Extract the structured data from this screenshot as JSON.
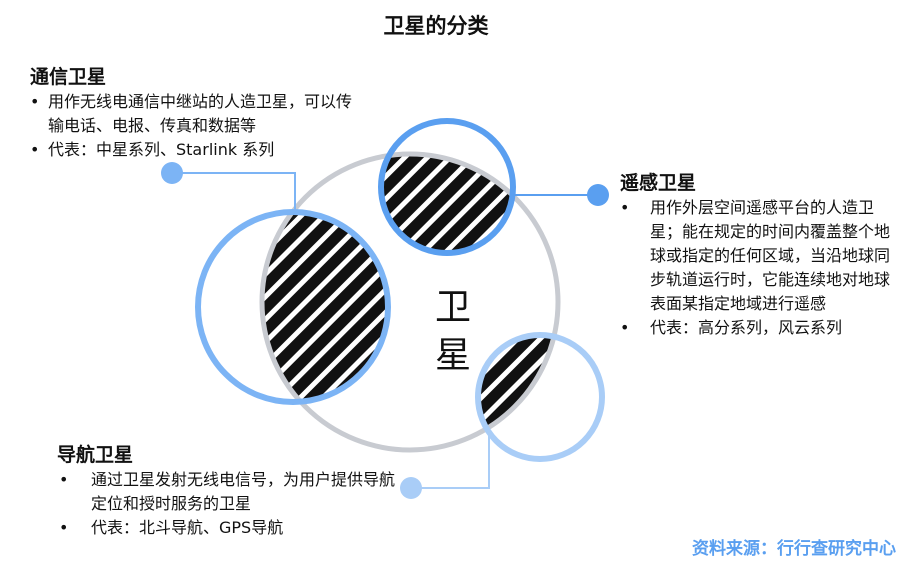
{
  "title": "卫星的分类",
  "center_label": [
    "卫",
    "星"
  ],
  "colors": {
    "comm": "#7cb4f5",
    "remote": "#5a9ff0",
    "nav": "#a9cdf7",
    "core": "#c8cbd1",
    "source": "#5a9ff0"
  },
  "sections": {
    "comm": {
      "heading": "通信卫星",
      "bullets": [
        "用作无线电通信中继站的人造卫星，可以传输电话、电报、传真和数据等",
        "代表：中星系列、Starlink 系列"
      ]
    },
    "remote": {
      "heading": "遥感卫星",
      "bullets": [
        "用作外层空间遥感平台的人造卫星；能在规定的时间内覆盖整个地球或指定的任何区域，当沿地球同步轨道运行时，它能连续地对地球表面某指定地域进行遥感",
        "代表：高分系列，风云系列"
      ]
    },
    "nav": {
      "heading": "导航卫星",
      "bullets": [
        "通过卫星发射无线电信号，为用户提供导航定位和授时服务的卫星",
        "代表：北斗导航、GPS导航"
      ]
    }
  },
  "source": "资料来源：行行查研究中心"
}
